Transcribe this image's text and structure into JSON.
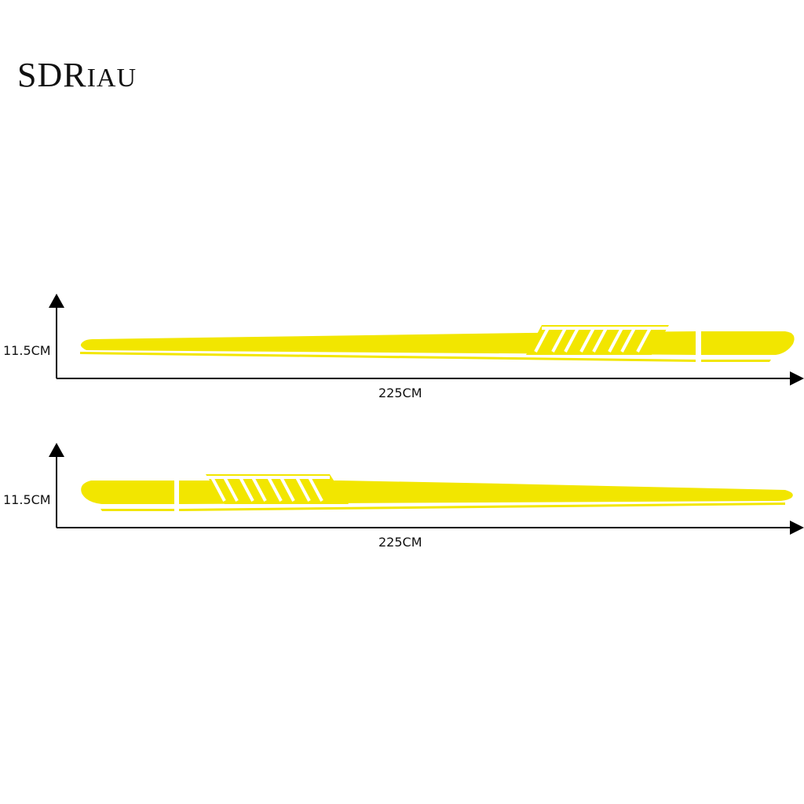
{
  "brand": {
    "logo_text": "SDRiAU"
  },
  "colors": {
    "decal": "#f2e600",
    "axis": "#000000",
    "background": "#ffffff"
  },
  "decals": [
    {
      "orientation": "stripes-right",
      "height_label": "11.5CM",
      "length_label": "225CM"
    },
    {
      "orientation": "stripes-left",
      "height_label": "11.5CM",
      "length_label": "225CM"
    }
  ]
}
